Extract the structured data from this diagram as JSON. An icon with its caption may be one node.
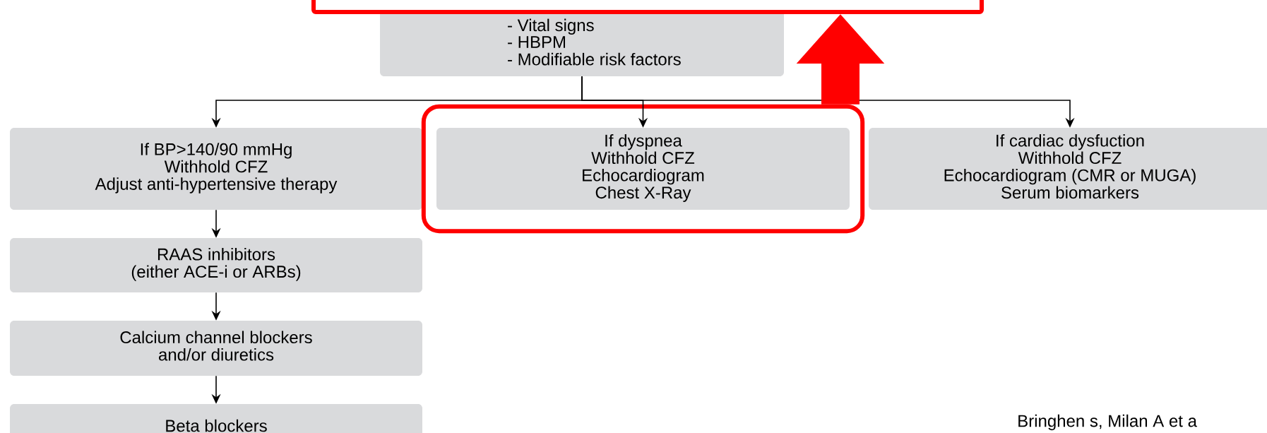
{
  "diagram": {
    "nodes": [
      {
        "text": [],
        "shape": "box"
      },
      {
        "text": [
          "- Vital signs",
          "- HBPM",
          "- Modifiable risk factors"
        ]
      },
      {
        "text": [
          "If BP>140/90 mmHg",
          "Withhold CFZ",
          "Adjust anti-hypertensive therapy"
        ]
      },
      {
        "text": [],
        "shape": "box"
      },
      {
        "text": [
          "If dyspnea",
          "Withhold CFZ",
          "Echocardiogram",
          "Chest X-Ray"
        ],
        "in": 3
      },
      {
        "text": [
          "If cardiac dysfuction",
          "Withhold CFZ",
          "Echocardiogram (CMR or MUGA)",
          "Serum biomarkers"
        ]
      },
      {
        "text": [
          "RAAS inhibitors",
          "(either ACE-i or ARBs)"
        ]
      },
      {
        "text": [
          "Calcium channel blockers",
          "and/or diuretics"
        ]
      },
      {
        "text": [
          "Beta blockers"
        ]
      }
    ],
    "edges": [
      {
        "from": 1,
        "to": 2,
        "arrow": "to"
      },
      {
        "from": 1,
        "to": 4,
        "arrow": "to"
      },
      {
        "from": 1,
        "to": 5,
        "arrow": "to"
      },
      {
        "from": 2,
        "to": 6,
        "arrow": "to"
      },
      {
        "from": 6,
        "to": 7,
        "arrow": "to"
      },
      {
        "from": 7,
        "to": 8,
        "arrow": "to"
      },
      {
        "from": 3,
        "to": 0,
        "arrow": "to",
        "style": "thick",
        "color": "#ff0000"
      }
    ],
    "labels": [
      "Bringhen s, Milan A et a"
    ]
  }
}
